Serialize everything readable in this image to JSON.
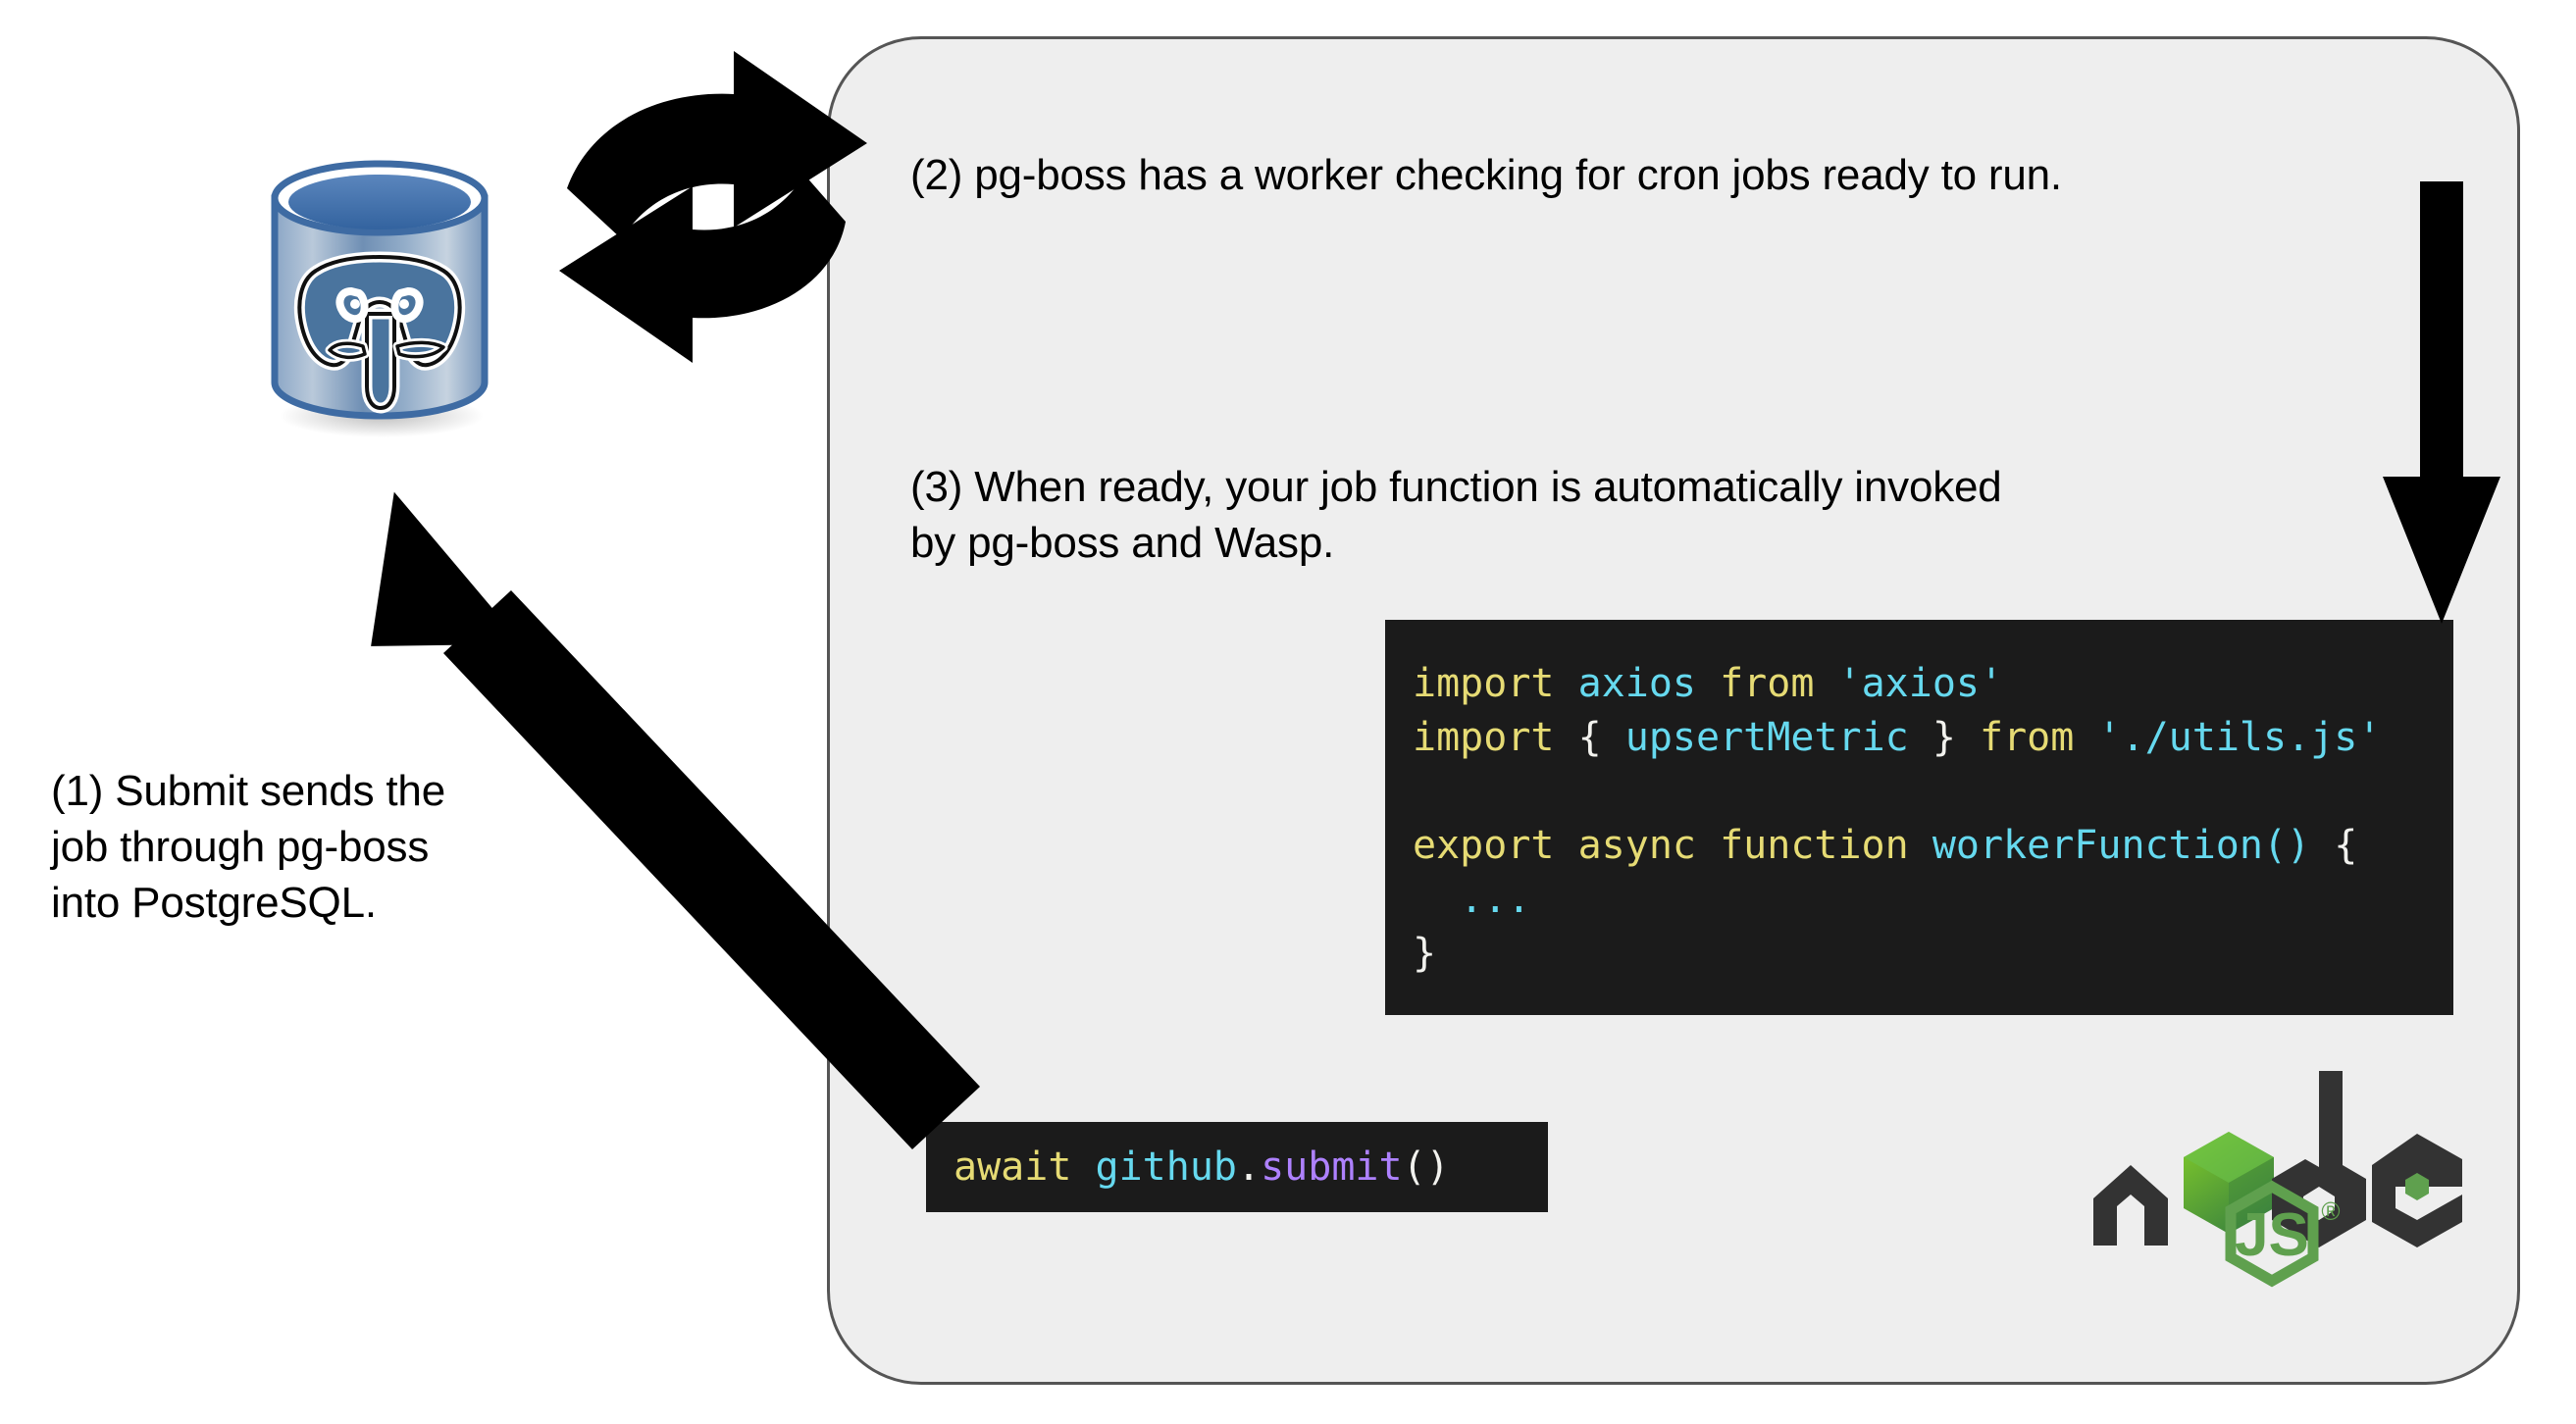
{
  "diagram": {
    "title": "Wasp pg-boss job lifecycle",
    "background_color": "#ffffff",
    "panel_fill": "#eeeeee",
    "panel_stroke": "#555555"
  },
  "captions": {
    "step1": "(1) Submit sends the\njob through pg-boss\ninto PostgreSQL.",
    "step2": "(2) pg-boss has a worker checking for cron jobs ready to run.",
    "step3": "(3) When ready, your job function is automatically invoked\nby pg-boss and Wasp."
  },
  "code_worker": {
    "language": "javascript",
    "background": "#1b1b1b",
    "lines": [
      [
        {
          "t": "import ",
          "c": "kw"
        },
        {
          "t": "axios ",
          "c": "id"
        },
        {
          "t": "from ",
          "c": "kw"
        },
        {
          "t": "'axios'",
          "c": "str"
        }
      ],
      [
        {
          "t": "import ",
          "c": "kw"
        },
        {
          "t": "{ ",
          "c": "pun"
        },
        {
          "t": "upsertMetric ",
          "c": "id"
        },
        {
          "t": "} ",
          "c": "pun"
        },
        {
          "t": "from ",
          "c": "kw"
        },
        {
          "t": "'./utils.js'",
          "c": "str"
        }
      ],
      [],
      [
        {
          "t": "export async function ",
          "c": "kw"
        },
        {
          "t": "workerFunction()",
          "c": "id"
        },
        {
          "t": " {",
          "c": "pun"
        }
      ],
      [
        {
          "t": "  ...",
          "c": "dots"
        }
      ],
      [
        {
          "t": "}",
          "c": "pun"
        }
      ]
    ],
    "plain_text": "import axios from 'axios'\nimport { upsertMetric } from './utils.js'\n\nexport async function workerFunction() {\n  ...\n}"
  },
  "code_submit": {
    "language": "javascript",
    "background": "#1b1b1b",
    "lines": [
      [
        {
          "t": "await ",
          "c": "kw"
        },
        {
          "t": "github",
          "c": "id"
        },
        {
          "t": ".",
          "c": "pun"
        },
        {
          "t": "submit",
          "c": "fn"
        },
        {
          "t": "()",
          "c": "pun"
        }
      ]
    ],
    "plain_text": "await github.submit()"
  },
  "logos": {
    "postgres": {
      "name": "postgresql-logo",
      "alt": "PostgreSQL database cylinder with elephant",
      "cylinder_color": "#4a6f9c",
      "top_color": "#3b6ba5"
    },
    "node": {
      "name": "nodejs-logo",
      "alt": "Node.js",
      "dark_color": "#333333",
      "green_color": "#5fa04e",
      "wordmark": "node",
      "badge_text": "JS",
      "trademark": "®"
    }
  },
  "arrows": {
    "cycle": {
      "name": "bidirectional-sync-arrows",
      "color": "#000000"
    },
    "submit_to_db": {
      "name": "submit-to-postgres-arrow",
      "color": "#000000"
    },
    "worker_to_code": {
      "name": "worker-invokes-code-arrow",
      "color": "#000000"
    }
  }
}
